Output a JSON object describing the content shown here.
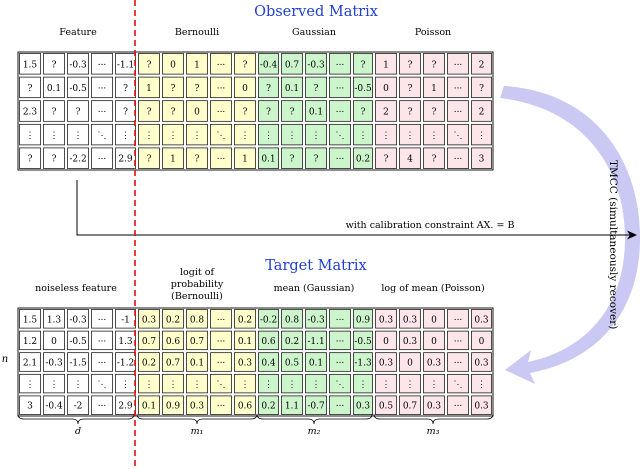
{
  "observed": {
    "title": "Observed Matrix",
    "labels": {
      "feature": "Feature",
      "bernoulli": "Bernoulli",
      "gaussian": "Gaussian",
      "poisson": "Poisson"
    },
    "rows": [
      [
        "1.5",
        "?",
        "-0.3",
        "···",
        "-1.1",
        "?",
        "0",
        "1",
        "···",
        "?",
        "-0.4",
        "0.7",
        "-0.3",
        "···",
        "?",
        "1",
        "?",
        "?",
        "···",
        "2"
      ],
      [
        "?",
        "0.1",
        "-0.5",
        "···",
        "?",
        "1",
        "?",
        "?",
        "···",
        "0",
        "?",
        "0.1",
        "?",
        "···",
        "-0.5",
        "0",
        "?",
        "1",
        "···",
        "?"
      ],
      [
        "2.3",
        "?",
        "?",
        "···",
        "?",
        "?",
        "?",
        "0",
        "···",
        "?",
        "?",
        "?",
        "0.1",
        "···",
        "?",
        "2",
        "?",
        "?",
        "···",
        "2"
      ],
      [
        "⋮",
        "⋮",
        "⋮",
        "⋱",
        "⋮",
        "⋮",
        "⋮",
        "⋮",
        "⋱",
        "⋮",
        "⋮",
        "⋮",
        "⋮",
        "⋱",
        "⋮",
        "⋮",
        "⋮",
        "⋮",
        "⋱",
        "⋮"
      ],
      [
        "?",
        "?",
        "-2.2",
        "···",
        "2.9",
        "?",
        "1",
        "?",
        "···",
        "1",
        "0.1",
        "?",
        "?",
        "···",
        "0.2",
        "?",
        "4",
        "?",
        "···",
        "3"
      ]
    ]
  },
  "target": {
    "title": "Target Matrix",
    "labels": {
      "feature": "noiseless feature",
      "bernoulli": [
        "logit of",
        "probability",
        "(Bernoulli)"
      ],
      "gaussian": "mean (Gaussian)",
      "poisson": "log of mean (Poisson)"
    },
    "rows": [
      [
        "1.5",
        "1.3",
        "-0.3",
        "···",
        "-1",
        "0.3",
        "0.2",
        "0.8",
        "···",
        "0.2",
        "-0.2",
        "0.8",
        "-0.3",
        "···",
        "0.9",
        "0.3",
        "0.3",
        "0",
        "···",
        "0.3"
      ],
      [
        "1.2",
        "0",
        "-0.5",
        "···",
        "1.3",
        "0.7",
        "0.6",
        "0.7",
        "···",
        "0.1",
        "0.6",
        "0.2",
        "-1.1",
        "···",
        "-0.5",
        "0",
        "0.3",
        "0",
        "···",
        "0"
      ],
      [
        "2.1",
        "-0.3",
        "-1.5",
        "···",
        "-1.2",
        "0.2",
        "0.7",
        "0.1",
        "···",
        "0.3",
        "0.4",
        "0.5",
        "0.1",
        "···",
        "-1.3",
        "0.3",
        "0",
        "0.3",
        "···",
        "0.3"
      ],
      [
        "⋮",
        "⋮",
        "⋮",
        "⋱",
        "⋮",
        "⋮",
        "⋮",
        "⋮",
        "⋱",
        "⋮",
        "⋮",
        "⋮",
        "⋮",
        "⋱",
        "⋮",
        "⋮",
        "⋮",
        "⋮",
        "⋱",
        "⋮"
      ],
      [
        "3",
        "-0.4",
        "-2",
        "···",
        "2.9",
        "0.1",
        "0.9",
        "0.3",
        "···",
        "0.6",
        "0.2",
        "1.1",
        "-0.7",
        "···",
        "0.3",
        "0.5",
        "0.7",
        "0.3",
        "···",
        "0.3"
      ]
    ],
    "brace_labels": [
      "d",
      "m₁",
      "m₂",
      "m₃"
    ],
    "row_label": "n"
  },
  "arrows": {
    "calibration": "with calibration constraint AX. = B",
    "tmcc": "TMCC (simultaneously recover)"
  },
  "colors": {
    "title": "#1f3fd6",
    "feature_fill": "#ffffff",
    "bernoulli_fill": "#ffffcc",
    "gaussian_fill": "#ccf5cc",
    "poisson_fill": "#fde6ea",
    "dashed_line": "#e01010",
    "curved_arrow": "#c9c9f4"
  }
}
